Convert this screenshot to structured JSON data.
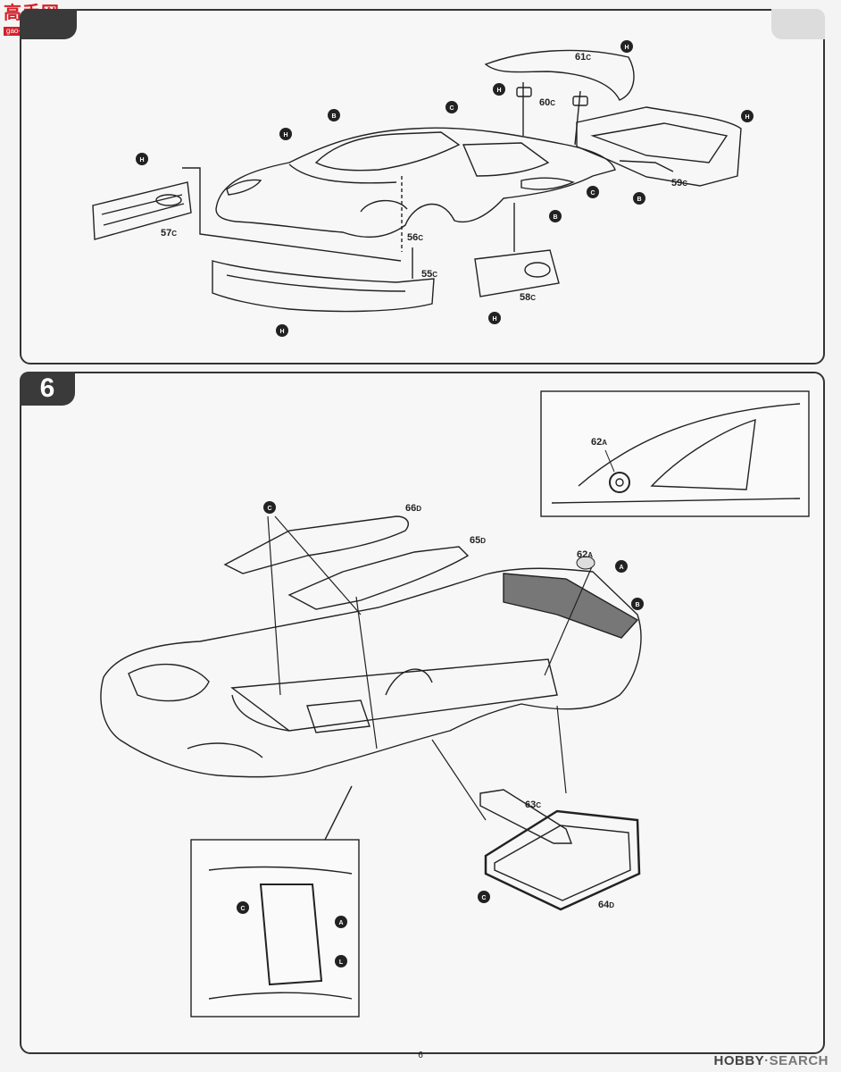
{
  "watermark": {
    "logo_text": "高手网",
    "logo_url": "gao-shou.com"
  },
  "step6_label": "6",
  "page_number": "6",
  "site_mark": {
    "prefix": "H",
    "main": "OBBY",
    "suffix": "SEARCH",
    "sep": "·"
  },
  "callouts": {
    "A": "A",
    "B": "B",
    "C": "C",
    "H": "H",
    "L": "L"
  },
  "parts": {
    "p55": {
      "num": "55",
      "sub": "C"
    },
    "p56": {
      "num": "56",
      "sub": "C"
    },
    "p57": {
      "num": "57",
      "sub": "C"
    },
    "p58": {
      "num": "58",
      "sub": "C"
    },
    "p59": {
      "num": "59",
      "sub": "C"
    },
    "p60": {
      "num": "60",
      "sub": "C"
    },
    "p61": {
      "num": "61",
      "sub": "C"
    },
    "p62": {
      "num": "62",
      "sub": "A"
    },
    "p63": {
      "num": "63",
      "sub": "C"
    },
    "p64": {
      "num": "64",
      "sub": "D"
    },
    "p65": {
      "num": "65",
      "sub": "D"
    },
    "p66": {
      "num": "66",
      "sub": "D"
    }
  }
}
